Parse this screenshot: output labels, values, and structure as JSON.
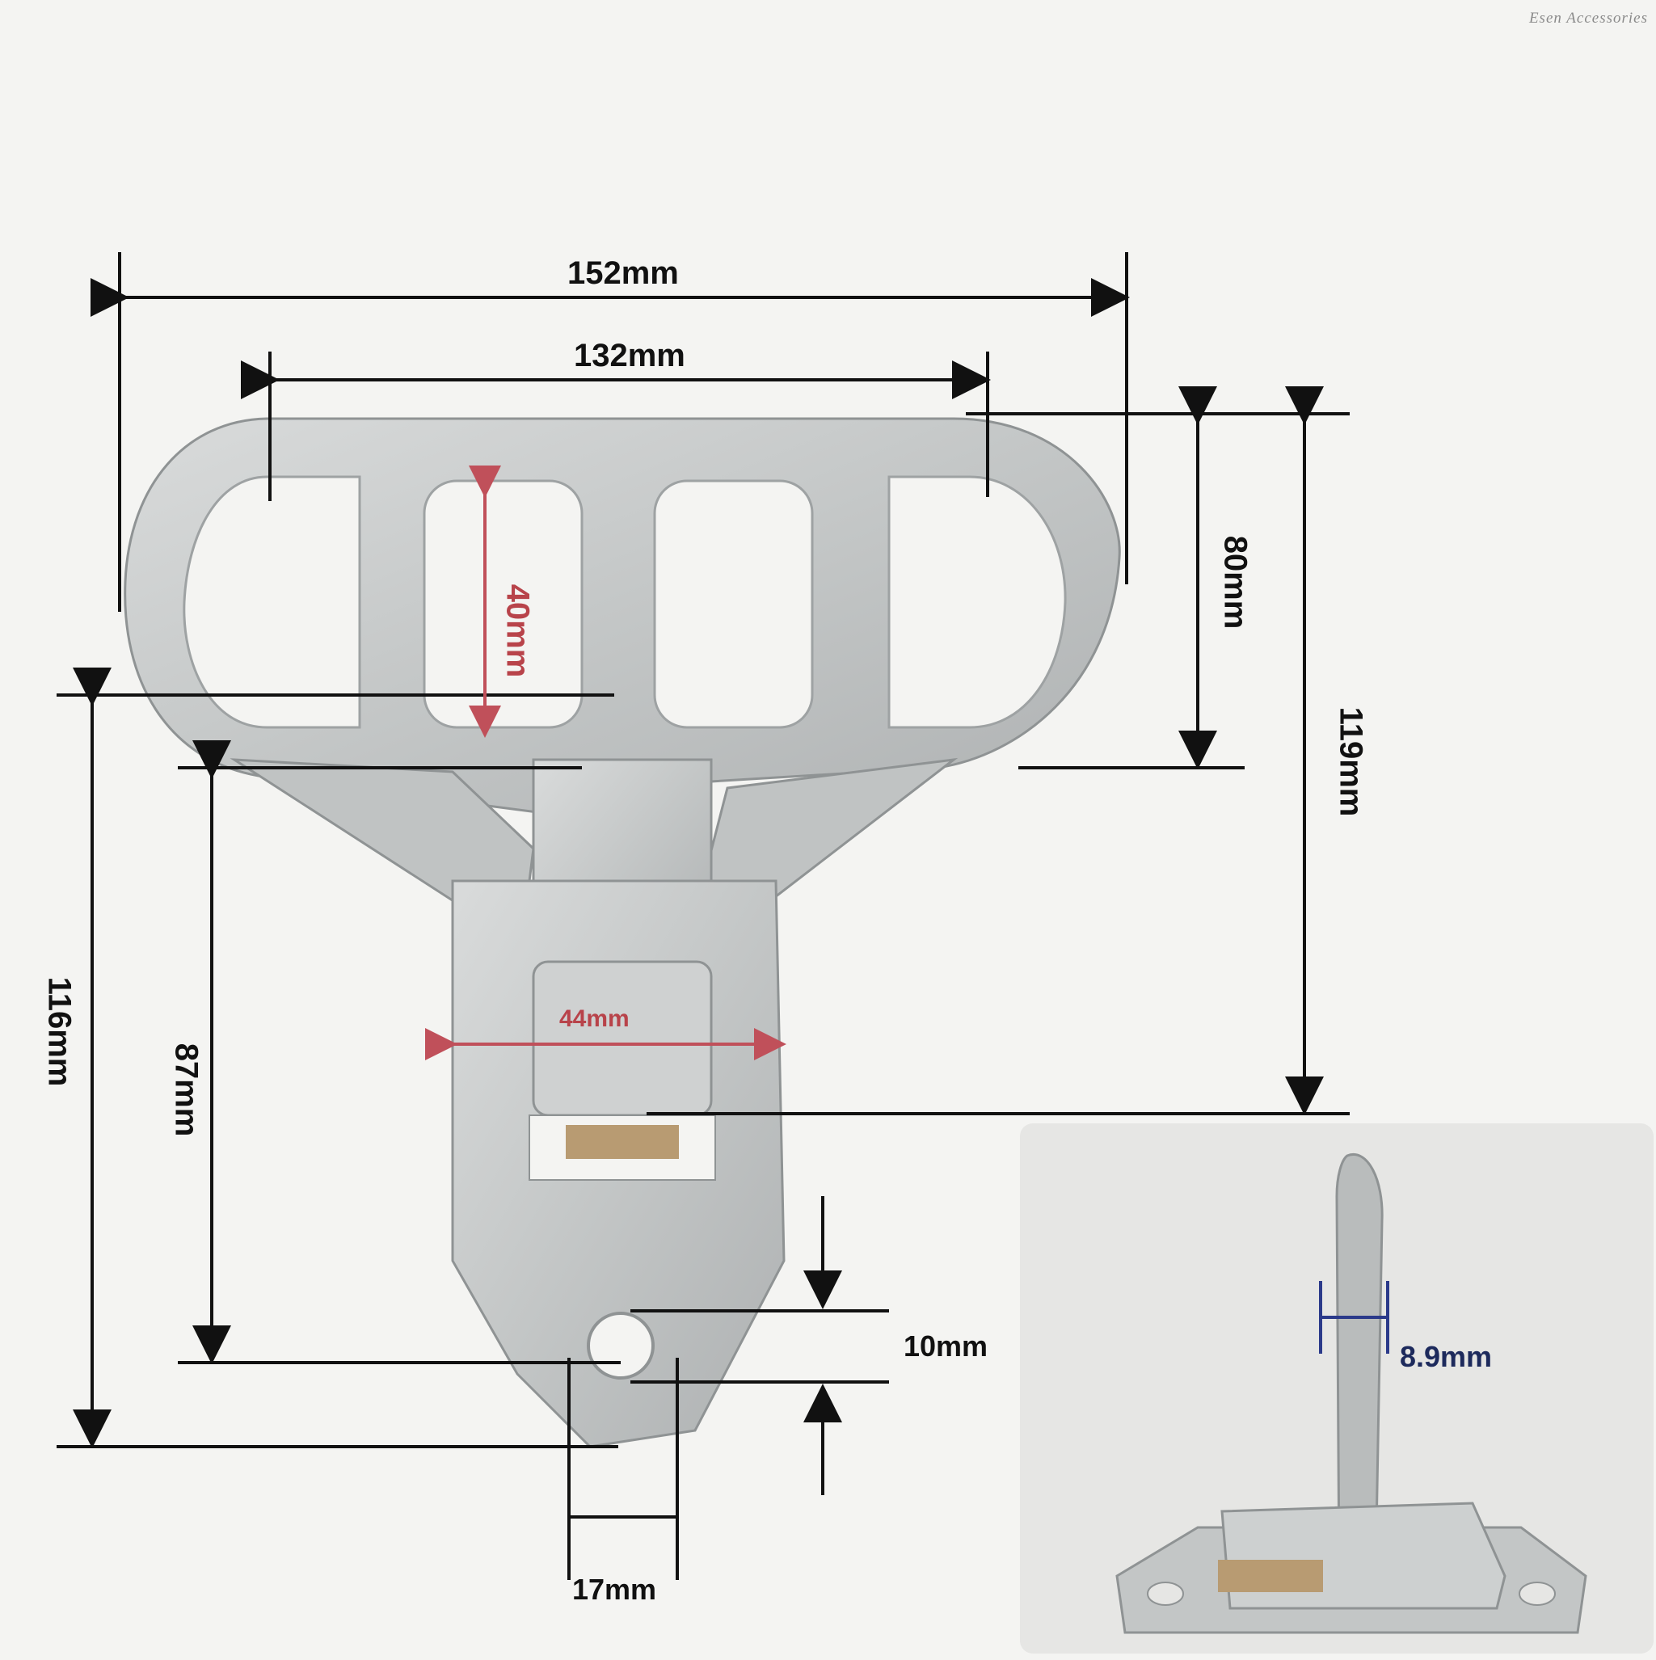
{
  "watermark": "Esen Accessories",
  "dimensions": {
    "overall_width": "152mm",
    "slot_span": "132mm",
    "slot_height": "40mm",
    "loop_height": "80mm",
    "top_to_hinge": "119mm",
    "total_height": "116mm",
    "hinge_to_hole": "87mm",
    "hinge_width": "44mm",
    "hole_spacing": "10mm",
    "base_width": "17mm",
    "thickness": "8.9mm"
  },
  "colors": {
    "metal": "#c9cbcb",
    "metal_dark": "#9ea2a3",
    "dimension_line": "#111111",
    "red_annotation": "#c0505a",
    "blue_annotation": "#2b3a8a"
  }
}
